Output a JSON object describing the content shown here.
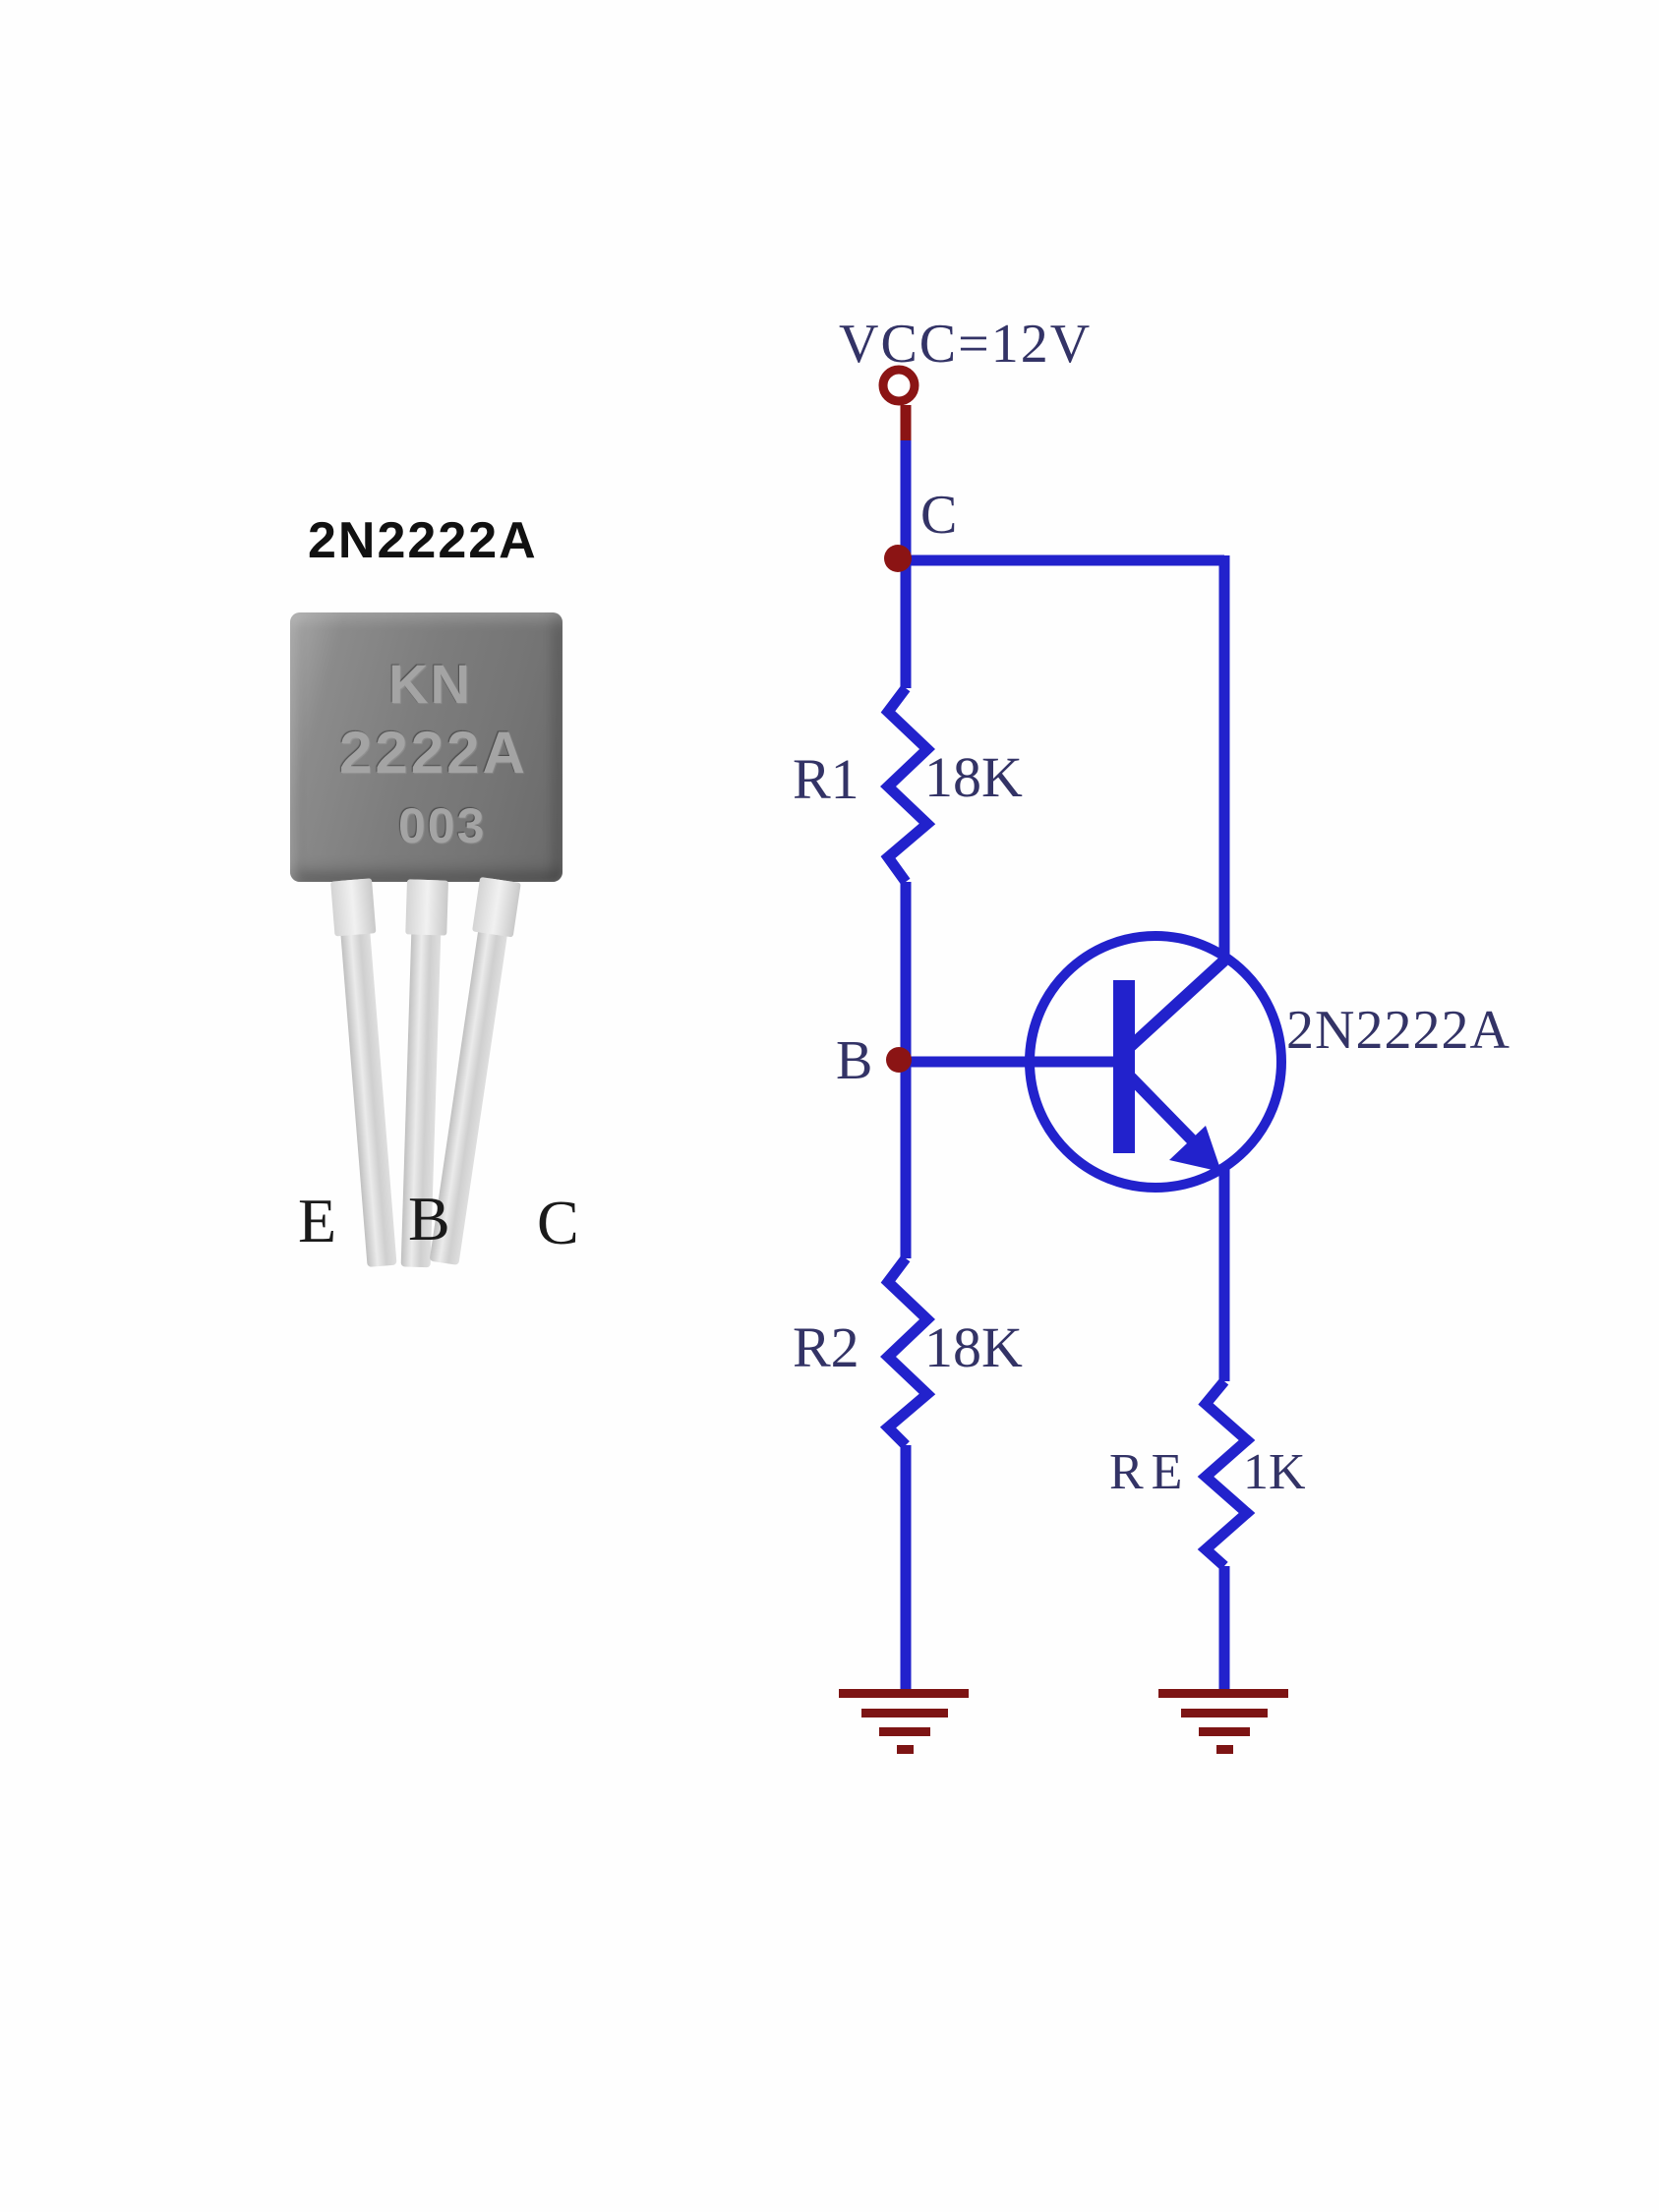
{
  "colors": {
    "wire": "#2222cc",
    "label": "#333366",
    "node": "#8b1414",
    "ground": "#7d1414",
    "photo_title": "#111111",
    "pin_label": "#1a1a1a",
    "chip_marking": "#a4a4a4"
  },
  "photo": {
    "title": "2N2222A",
    "chip_markings": {
      "line1": "KN",
      "line2": "2222A",
      "line3": "003"
    },
    "pins": {
      "left": "E",
      "middle": "B",
      "right": "C"
    }
  },
  "schematic": {
    "supply_label": "VCC=12V",
    "collector_node_label": "C",
    "base_node_label": "B",
    "transistor_label": "2N2222A",
    "r1": {
      "name": "R1",
      "value": "18K"
    },
    "r2": {
      "name": "R2",
      "value": "18K"
    },
    "re": {
      "name": "RE",
      "value": "1K"
    }
  }
}
